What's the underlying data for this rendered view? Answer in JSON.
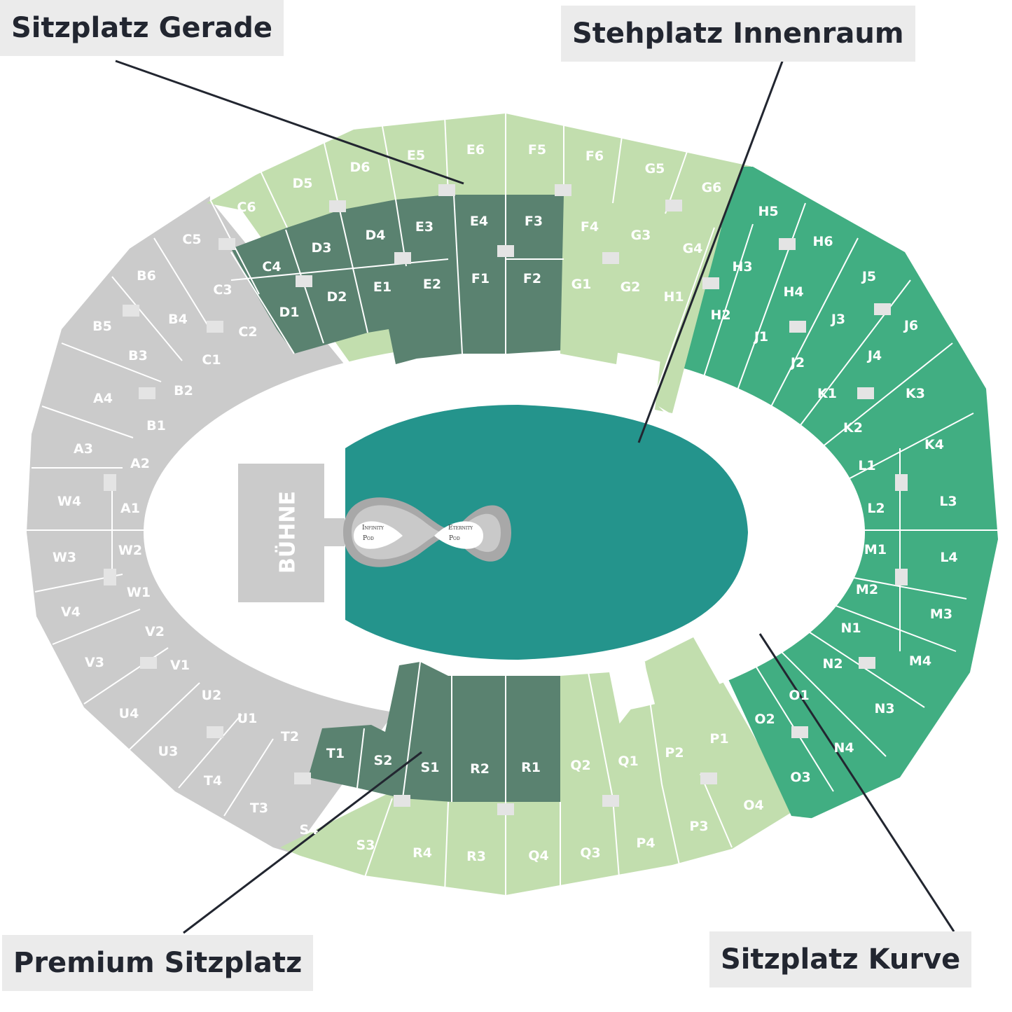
{
  "callouts": {
    "straight": "Sitzplatz Gerade",
    "floor": "Stehplatz Innenraum",
    "premium": "Premium Sitzplatz",
    "curve": "Sitzplatz Kurve"
  },
  "stage": {
    "label": "BÜHNE",
    "pod_left_line1": "Infinity",
    "pod_left_line2": "Pod",
    "pod_right_line1": "Eternity",
    "pod_right_line2": "Pod"
  },
  "colors": {
    "premium": "#5a8270",
    "straight": "#c2deae",
    "curve": "#41ae82",
    "standard": "#cbcbcb",
    "floor": "#24948c",
    "stage": "#cbcbcb",
    "label_bg": "#ebebeb",
    "label_text": "#222630"
  },
  "sections": {
    "straight_upper": [
      "C6",
      "D5",
      "D6",
      "E5",
      "E6",
      "F5",
      "F6",
      "G5",
      "G6"
    ],
    "straight_upper_inner": [
      "F4",
      "G3",
      "G4",
      "G1",
      "G2",
      "H1"
    ],
    "premium_upper": [
      "C4",
      "D3",
      "D4",
      "E3",
      "E4",
      "F3",
      "D1",
      "D2",
      "E1",
      "E2",
      "F1",
      "F2"
    ],
    "curve_right": [
      "H5",
      "H6",
      "H3",
      "H4",
      "J5",
      "J6",
      "H2",
      "J1",
      "J3",
      "J2",
      "J4",
      "K1",
      "K3",
      "K2",
      "K4",
      "L1",
      "L2",
      "L3",
      "M1",
      "L4",
      "M2",
      "M3",
      "N1",
      "N2",
      "M4",
      "N3",
      "O1",
      "O2",
      "N4",
      "O3"
    ],
    "straight_lower": [
      "Q2",
      "Q1",
      "P2",
      "P1",
      "O4",
      "P3",
      "P4",
      "Q3",
      "Q4",
      "R3",
      "R4",
      "S3",
      "S4"
    ],
    "premium_lower": [
      "T1",
      "S2",
      "S1",
      "R2",
      "R1"
    ],
    "standard_left": [
      "C5",
      "B6",
      "C3",
      "B5",
      "B4",
      "C2",
      "B3",
      "C1",
      "A4",
      "B2",
      "B1",
      "A3",
      "A2",
      "W4",
      "A1",
      "W3",
      "W2",
      "W1",
      "V4",
      "V2",
      "V3",
      "V1",
      "U2",
      "U4",
      "U1",
      "U3",
      "T2",
      "T4",
      "T3"
    ]
  }
}
